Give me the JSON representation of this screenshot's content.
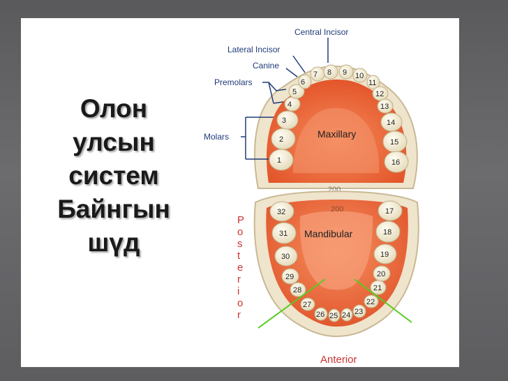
{
  "title_lines": [
    "Олон",
    "улсын",
    "систем",
    "Байнгын",
    "шүд"
  ],
  "labels": {
    "central_incisor": "Central Incisor",
    "lateral_incisor": "Lateral Incisor",
    "canine": "Canine",
    "premolars": "Premolars",
    "molars": "Molars",
    "maxillary": "Maxillary",
    "mandibular": "Mandibular",
    "posterior": "Posterior",
    "anterior": "Anterior"
  },
  "upper_teeth": [
    "1",
    "2",
    "3",
    "4",
    "5",
    "6",
    "7",
    "8",
    "9",
    "10",
    "11",
    "12",
    "13",
    "14",
    "15",
    "16"
  ],
  "lower_teeth": [
    "17",
    "18",
    "19",
    "20",
    "21",
    "22",
    "23",
    "24",
    "25",
    "26",
    "27",
    "28",
    "29",
    "30",
    "31",
    "32"
  ],
  "imprint_text": [
    "200",
    "200"
  ],
  "colors": {
    "label_blue": "#1f3b7a",
    "gum_orange": "#f06a3c",
    "tooth_cream": "#f6efd8",
    "posterior_red": "#cc3333",
    "guide_green": "#55cc22"
  }
}
